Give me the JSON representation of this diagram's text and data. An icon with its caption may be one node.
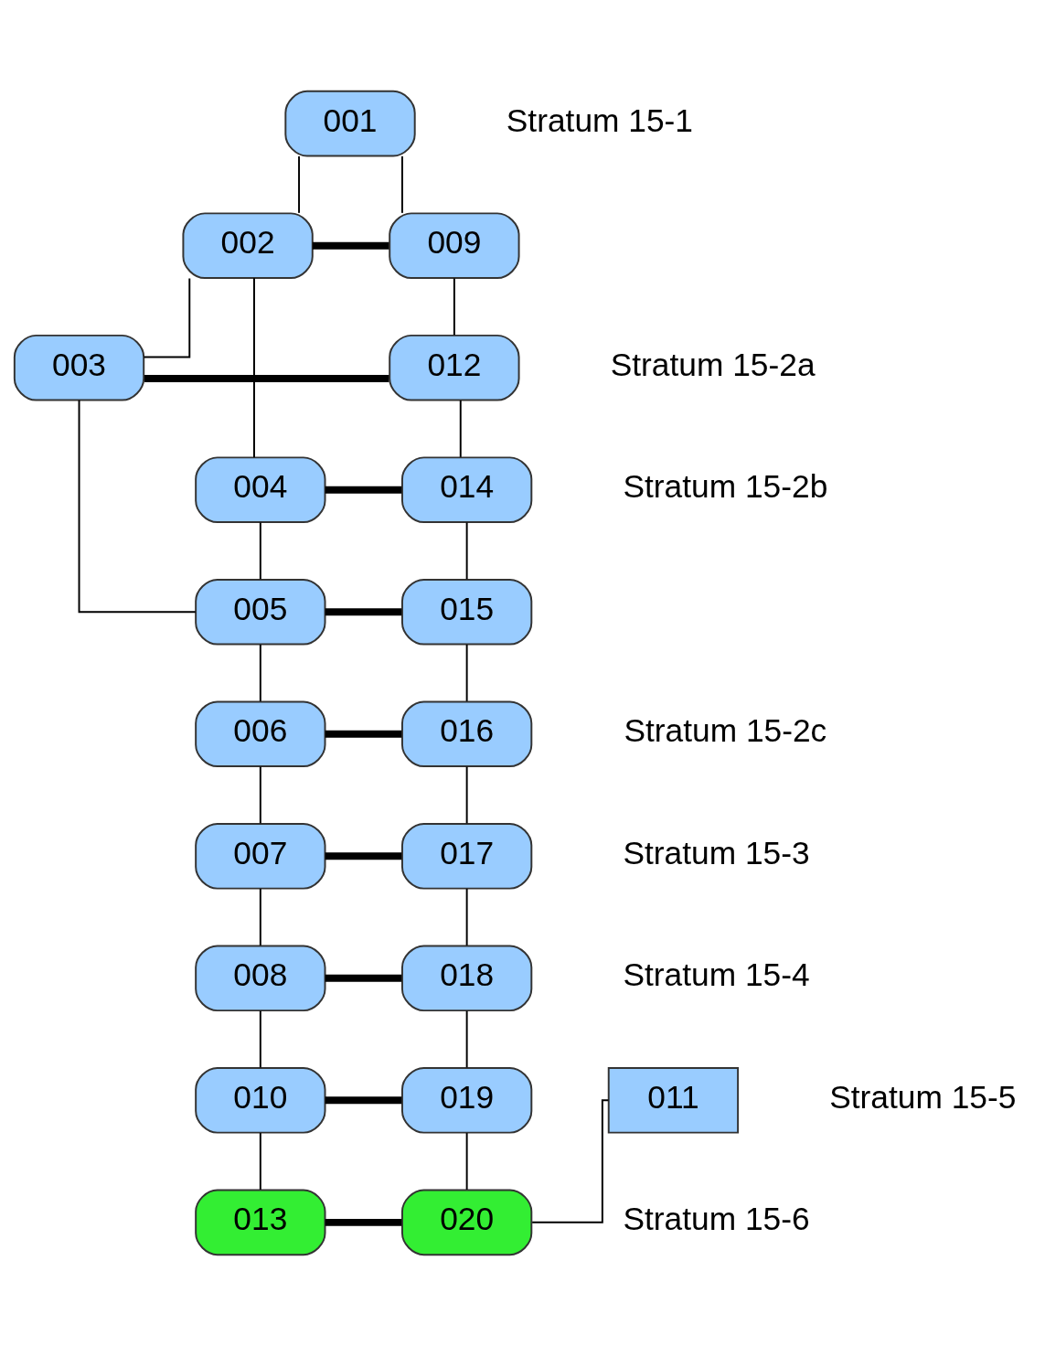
{
  "diagram": {
    "nodes": [
      {
        "text": [
          "001"
        ]
      },
      {
        "text": [
          "002"
        ]
      },
      {
        "text": [
          "009"
        ]
      },
      {
        "text": [
          "003"
        ]
      },
      {
        "text": [
          "012"
        ]
      },
      {
        "text": [
          "004"
        ]
      },
      {
        "text": [
          "014"
        ]
      },
      {
        "text": [
          "005"
        ]
      },
      {
        "text": [
          "015"
        ]
      },
      {
        "text": [
          "006"
        ]
      },
      {
        "text": [
          "016"
        ]
      },
      {
        "text": [
          "007"
        ]
      },
      {
        "text": [
          "017"
        ]
      },
      {
        "text": [
          "008"
        ]
      },
      {
        "text": [
          "018"
        ]
      },
      {
        "text": [
          "010"
        ]
      },
      {
        "text": [
          "019"
        ]
      },
      {
        "text": [
          "011"
        ]
      },
      {
        "text": [
          "013"
        ]
      },
      {
        "text": [
          "020"
        ]
      }
    ],
    "edges": [
      {
        "from": 0,
        "to": 1,
        "arrow": "none"
      },
      {
        "from": 0,
        "to": 2,
        "arrow": "none"
      },
      {
        "from": 1,
        "to": 2,
        "arrow": "none",
        "style": "thick"
      },
      {
        "from": 1,
        "to": 5,
        "arrow": "none"
      },
      {
        "from": 1,
        "to": 3,
        "arrow": "none"
      },
      {
        "from": 2,
        "to": 4,
        "arrow": "none"
      },
      {
        "from": 3,
        "to": 4,
        "arrow": "none",
        "style": "thick"
      },
      {
        "from": 4,
        "to": 6,
        "arrow": "none"
      },
      {
        "from": 5,
        "to": 6,
        "arrow": "none",
        "style": "thick"
      },
      {
        "from": 5,
        "to": 7,
        "arrow": "none"
      },
      {
        "from": 3,
        "to": 7,
        "arrow": "none"
      },
      {
        "from": 6,
        "to": 8,
        "arrow": "none"
      },
      {
        "from": 7,
        "to": 8,
        "arrow": "none",
        "style": "thick"
      },
      {
        "from": 7,
        "to": 9,
        "arrow": "none"
      },
      {
        "from": 8,
        "to": 10,
        "arrow": "none"
      },
      {
        "from": 9,
        "to": 10,
        "arrow": "none",
        "style": "thick"
      },
      {
        "from": 9,
        "to": 11,
        "arrow": "none"
      },
      {
        "from": 10,
        "to": 12,
        "arrow": "none"
      },
      {
        "from": 11,
        "to": 12,
        "arrow": "none",
        "style": "thick"
      },
      {
        "from": 11,
        "to": 13,
        "arrow": "none"
      },
      {
        "from": 12,
        "to": 14,
        "arrow": "none"
      },
      {
        "from": 13,
        "to": 14,
        "arrow": "none",
        "style": "thick"
      },
      {
        "from": 13,
        "to": 15,
        "arrow": "none"
      },
      {
        "from": 14,
        "to": 16,
        "arrow": "none"
      },
      {
        "from": 15,
        "to": 16,
        "arrow": "none",
        "style": "thick"
      },
      {
        "from": 15,
        "to": 18,
        "arrow": "none"
      },
      {
        "from": 16,
        "to": 19,
        "arrow": "none"
      },
      {
        "from": 17,
        "to": 19,
        "arrow": "none"
      },
      {
        "from": 18,
        "to": 19,
        "arrow": "none",
        "style": "thick"
      }
    ],
    "labels": [
      "Stratum 15-1",
      "Stratum 15-2a",
      "Stratum 15-2b",
      "Stratum 15-2c",
      "Stratum 15-3",
      "Stratum 15-4",
      "Stratum 15-5",
      "Stratum 15-6"
    ]
  }
}
